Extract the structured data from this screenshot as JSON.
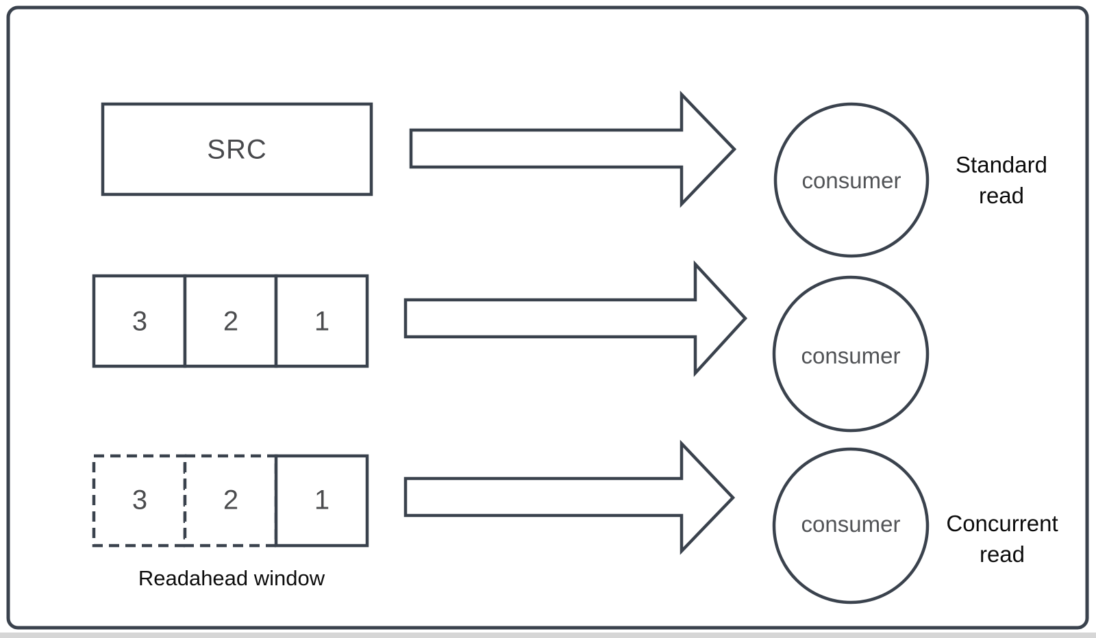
{
  "colors": {
    "stroke": "#3a424d",
    "gray_text": "#525457",
    "black_text": "#0c0c0c"
  },
  "rows": [
    {
      "name": "standard-read",
      "source_label": "SRC",
      "consumer_label": "consumer",
      "mode_label": {
        "line1": "Standard",
        "line2": "read"
      }
    },
    {
      "name": "middle",
      "blocks": [
        "3",
        "2",
        "1"
      ],
      "consumer_label": "consumer"
    },
    {
      "name": "concurrent-read",
      "blocks": [
        "3",
        "2",
        "1"
      ],
      "consumer_label": "consumer",
      "mode_label": {
        "line1": "Concurrent",
        "line2": "read"
      },
      "caption": "Readahead window"
    }
  ]
}
